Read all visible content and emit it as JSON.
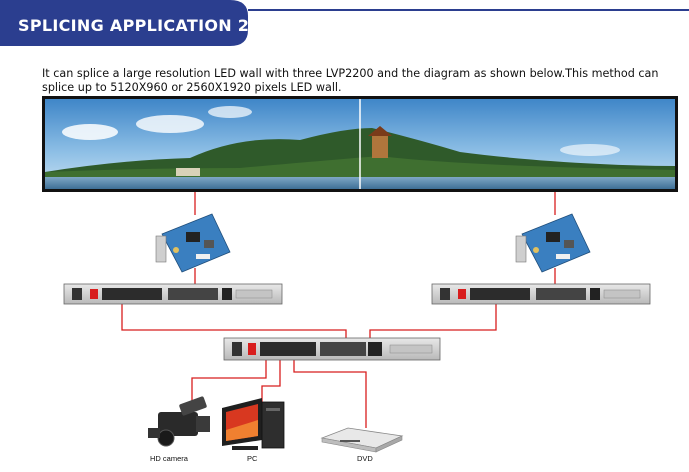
{
  "header": {
    "title": "SPLICING APPLICATION 2",
    "band_color": "#2b3e8f",
    "rule_color": "#2b3e8f"
  },
  "description": "It can splice a large resolution LED wall with three LVP2200 and the diagram as shown below.This method can splice up to 5120X960 or 2560X1920 pixels LED wall.",
  "sources": [
    {
      "label": "HD camera",
      "icon": "video-camera-icon"
    },
    {
      "label": "PC",
      "icon": "pc-monitor-icon"
    },
    {
      "label": "DVD",
      "icon": "dvd-player-icon"
    }
  ],
  "colors": {
    "cable": "#d81e1e",
    "device_body": "#d6d6d6",
    "card_pcb": "#3a7fc0"
  }
}
